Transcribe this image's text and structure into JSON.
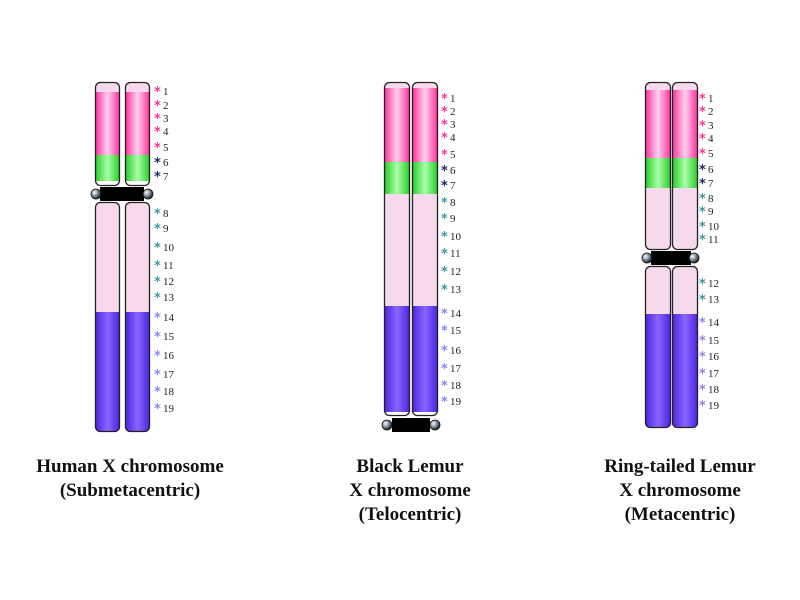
{
  "colors": {
    "pink_band": "#ff2a9a",
    "pink_center": "#ffd0f0",
    "green_band": "#22cc22",
    "green_center": "#aaffaa",
    "pale_pink": "#f7d9ee",
    "purple_band": "#4a22e0",
    "purple_center": "#8a66ff",
    "centromere": "#000000",
    "marker_pink": "#ff3399",
    "marker_navy": "#1a2a66",
    "marker_teal": "#3a9a9a",
    "marker_lavender": "#8a88ee"
  },
  "chromosomes": [
    {
      "id": "human",
      "caption_lines": [
        "Human X chromosome",
        "(Submetacentric)"
      ],
      "markers": [
        "1",
        "2",
        "3",
        "4",
        "5",
        "6",
        "7",
        "8",
        "9",
        "10",
        "11",
        "12",
        "13",
        "14",
        "15",
        "16",
        "17",
        "18",
        "19"
      ]
    },
    {
      "id": "black-lemur",
      "caption_lines": [
        "Black Lemur",
        "X chromosome",
        "(Telocentric)"
      ],
      "markers": [
        "1",
        "2",
        "3",
        "4",
        "5",
        "6",
        "7",
        "8",
        "9",
        "10",
        "11",
        "12",
        "13",
        "14",
        "15",
        "16",
        "17",
        "18",
        "19"
      ]
    },
    {
      "id": "ring-tailed-lemur",
      "caption_lines": [
        "Ring-tailed Lemur",
        "X chromosome",
        "(Metacentric)"
      ],
      "markers": [
        "1",
        "2",
        "3",
        "4",
        "5",
        "6",
        "7",
        "8",
        "9",
        "10",
        "11",
        "12",
        "13",
        "14",
        "15",
        "16",
        "17",
        "18",
        "19"
      ]
    }
  ]
}
